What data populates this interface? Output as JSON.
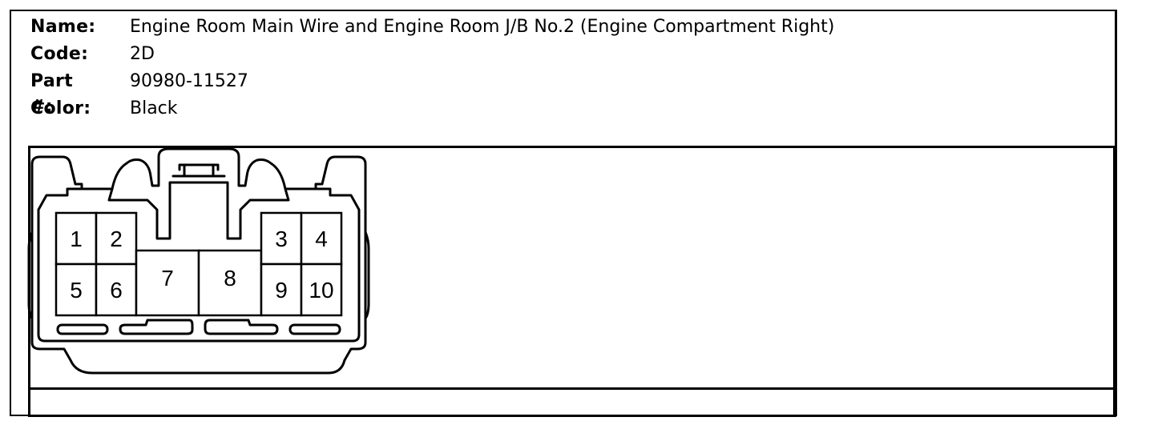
{
  "info": {
    "name_label": "Name:",
    "name_value": "Engine Room Main Wire and Engine Room J/B No.2 (Engine Compartment Right)",
    "code_label": "Code:",
    "code_value": "2D",
    "part_label": "Part #:",
    "part_value": "90980-11527",
    "color_label": "Color:",
    "color_value": "Black"
  },
  "pins": [
    "1",
    "2",
    "3",
    "4",
    "5",
    "6",
    "7",
    "8",
    "9",
    "10"
  ]
}
